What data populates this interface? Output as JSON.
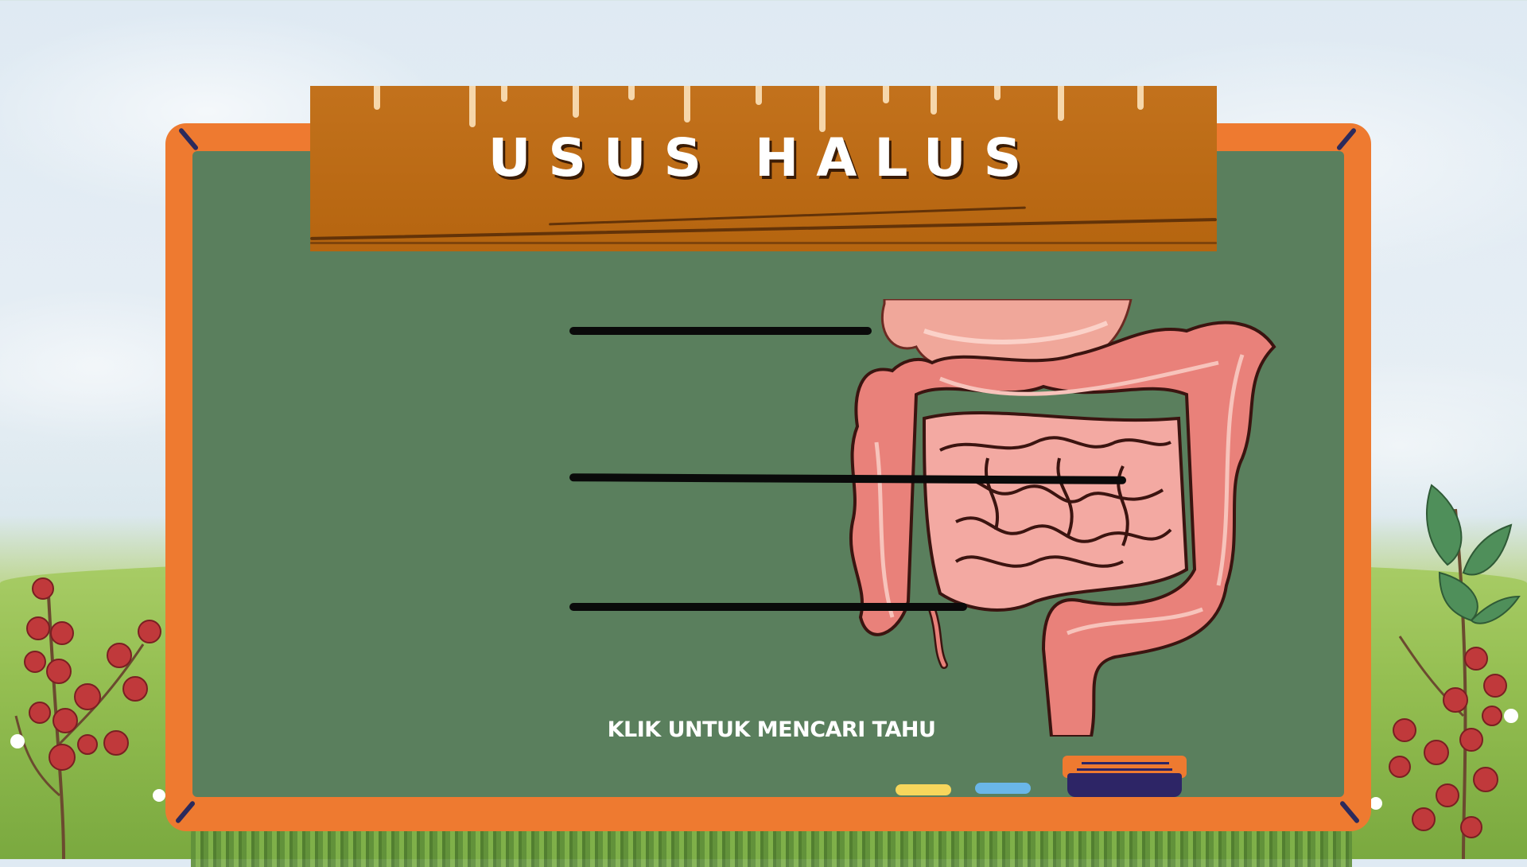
{
  "slide": {
    "title": "USUS HALUS",
    "click_prompt": "KLIK UNTUK MENCARI TAHU"
  },
  "colors": {
    "board": "#5a7f5d",
    "frame": "#ee7a30",
    "plank": "#bf6a10",
    "chalk_yellow": "#f7d65c",
    "chalk_blue": "#6ab6e8",
    "eraser": "#2d2566"
  },
  "illustration": {
    "subject": "small-intestine-diagram",
    "arrows_count": 3
  }
}
